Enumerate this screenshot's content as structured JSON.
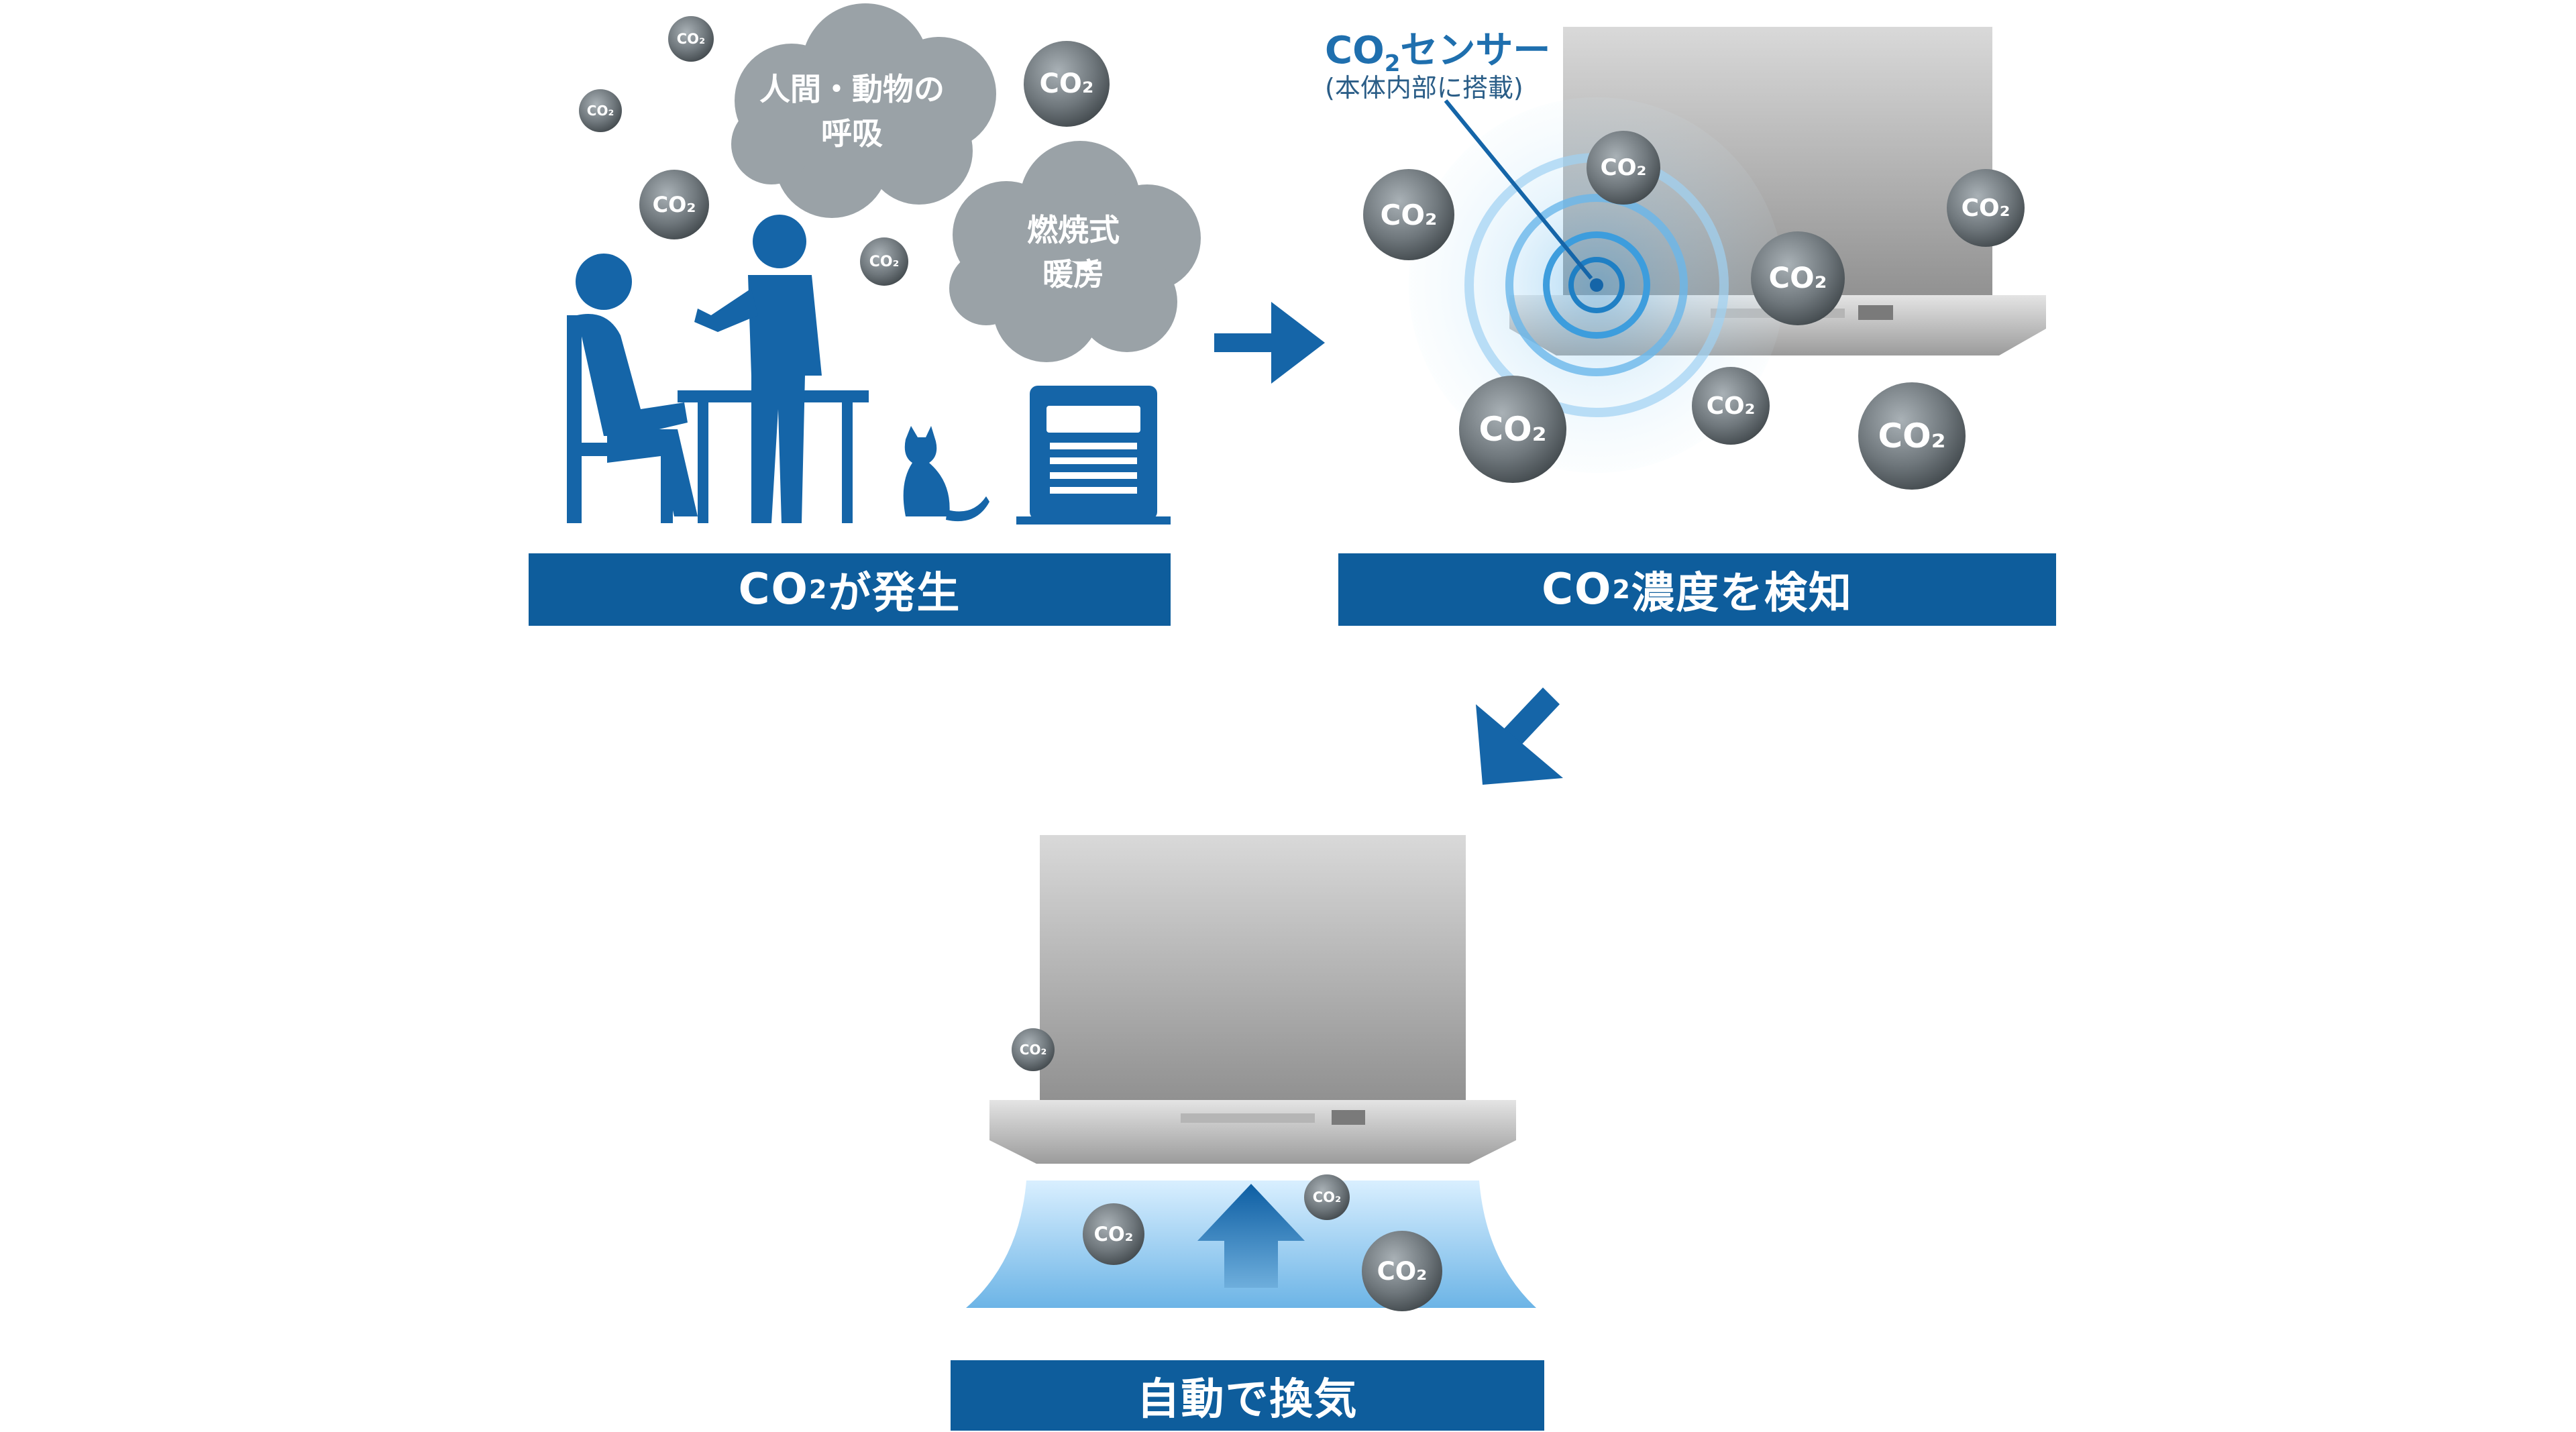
{
  "step1": {
    "label_main": "CO",
    "label_sub": "2",
    "label_rest": "が発生",
    "cloud_breath": [
      "人間・動物の",
      "呼吸"
    ],
    "cloud_heater": [
      "燃焼式",
      "暖房"
    ]
  },
  "step2": {
    "label_main": "CO",
    "label_sub": "2",
    "label_rest": "濃度を検知",
    "sensor_title_main": "CO",
    "sensor_title_sub": "2",
    "sensor_title_rest": "センサー",
    "sensor_note": "(本体内部に搭載)"
  },
  "step3": {
    "label": "自動で換気"
  },
  "co2_text": "CO₂",
  "colors": {
    "brand_blue": "#0e5d9c",
    "figure_blue": "#1565a8",
    "co2_gray": "#6b7378",
    "cloud_gray": "#9aa2a7"
  }
}
